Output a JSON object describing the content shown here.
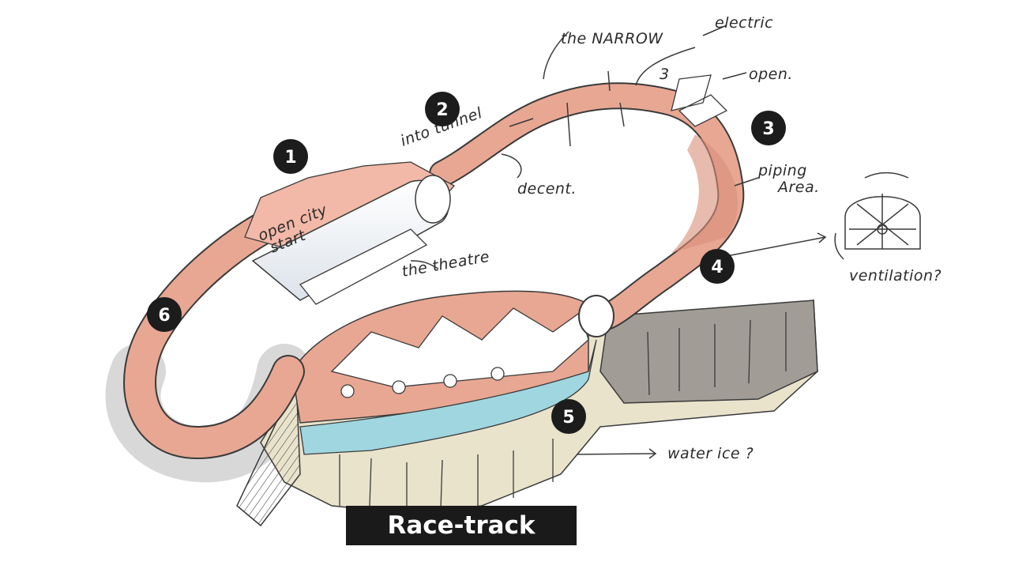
{
  "title": "Race-track",
  "markers": [
    "1",
    "2",
    "3",
    "4",
    "5",
    "6"
  ],
  "annotations": {
    "narrow": "the NARROW",
    "electric": "electric",
    "three": "3",
    "open": "open.",
    "tunnel": "into tunnel",
    "decent": "decent.",
    "piping_line1": "piping",
    "piping_line2": "Area.",
    "ventilation": "ventilation?",
    "open_city_line1": "open city",
    "open_city_line2": "start",
    "theater": "the theatre",
    "water_ice": "water ice ?"
  },
  "colors": {
    "track": "#e8a793",
    "track_dark": "#c97b66",
    "ice": "#9fd6e0",
    "ground": "#e7e2cf",
    "rock": "#8f8a84",
    "ink": "#2b2b2b"
  }
}
